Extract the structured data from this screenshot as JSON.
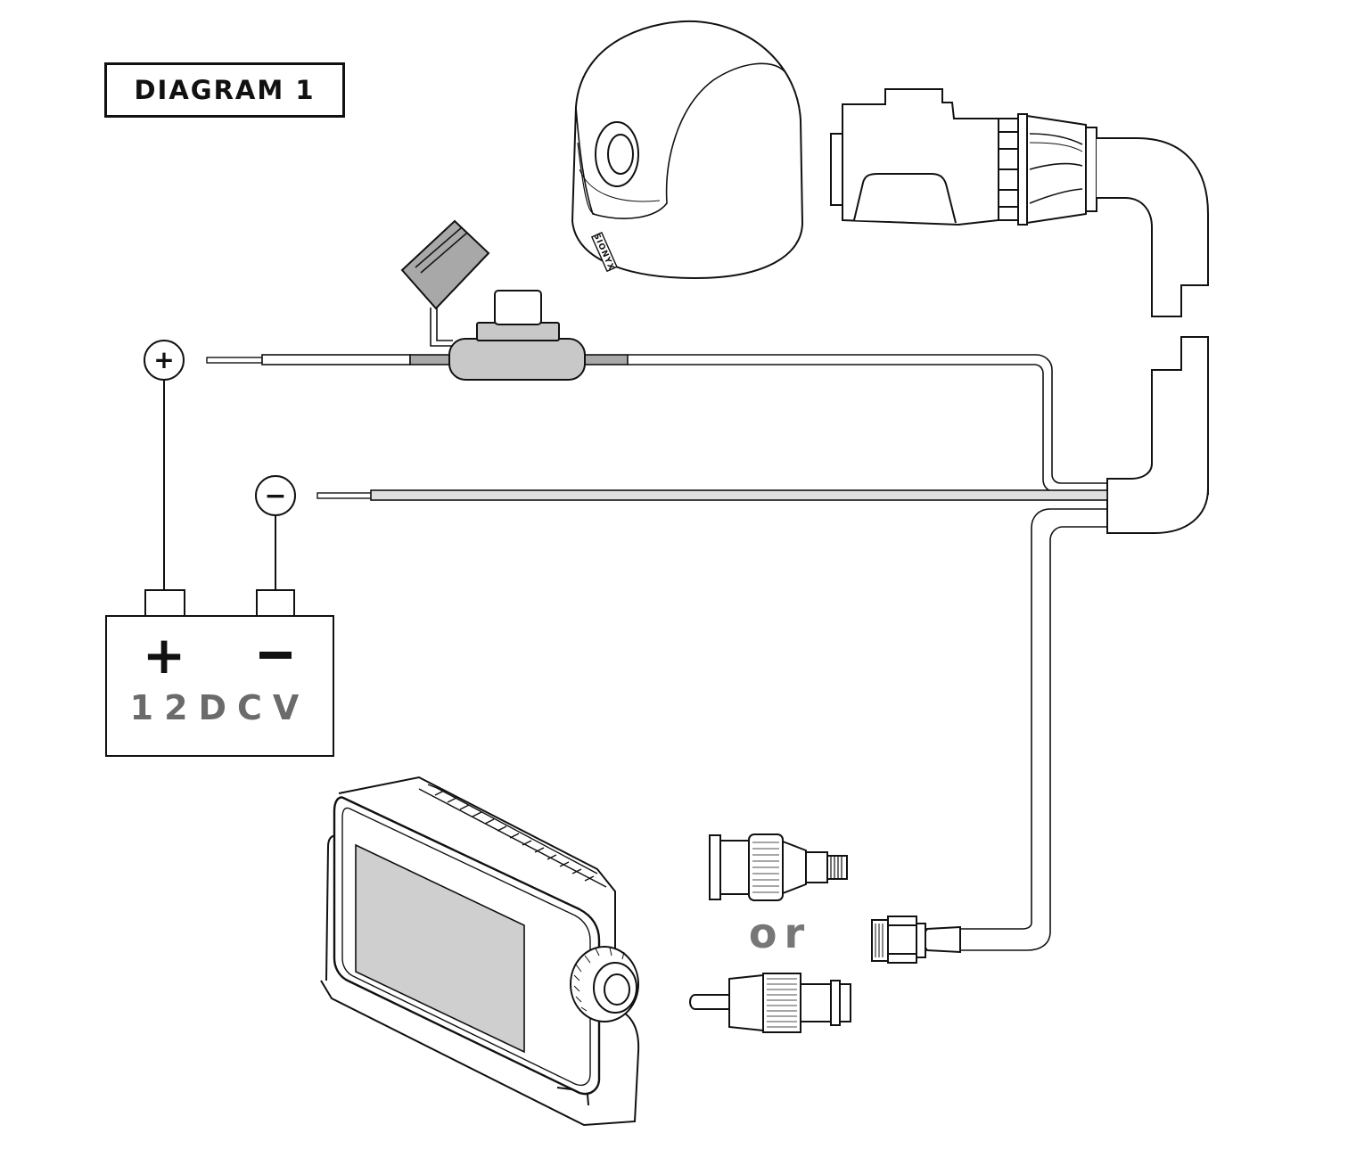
{
  "title": "DIAGRAM 1",
  "battery": {
    "positive_symbol": "+",
    "negative_symbol": "−",
    "voltage_label": "12DCV"
  },
  "terminals": {
    "positive": "+",
    "negative": "−"
  },
  "camera": {
    "brand": "SIONYX"
  },
  "connector_options": {
    "separator": "or"
  },
  "colors": {
    "line": "#111111",
    "fill_gray": "#cfcfcf",
    "fuse_gray": "#c8c8c8",
    "text_gray": "#6b6b6b"
  }
}
